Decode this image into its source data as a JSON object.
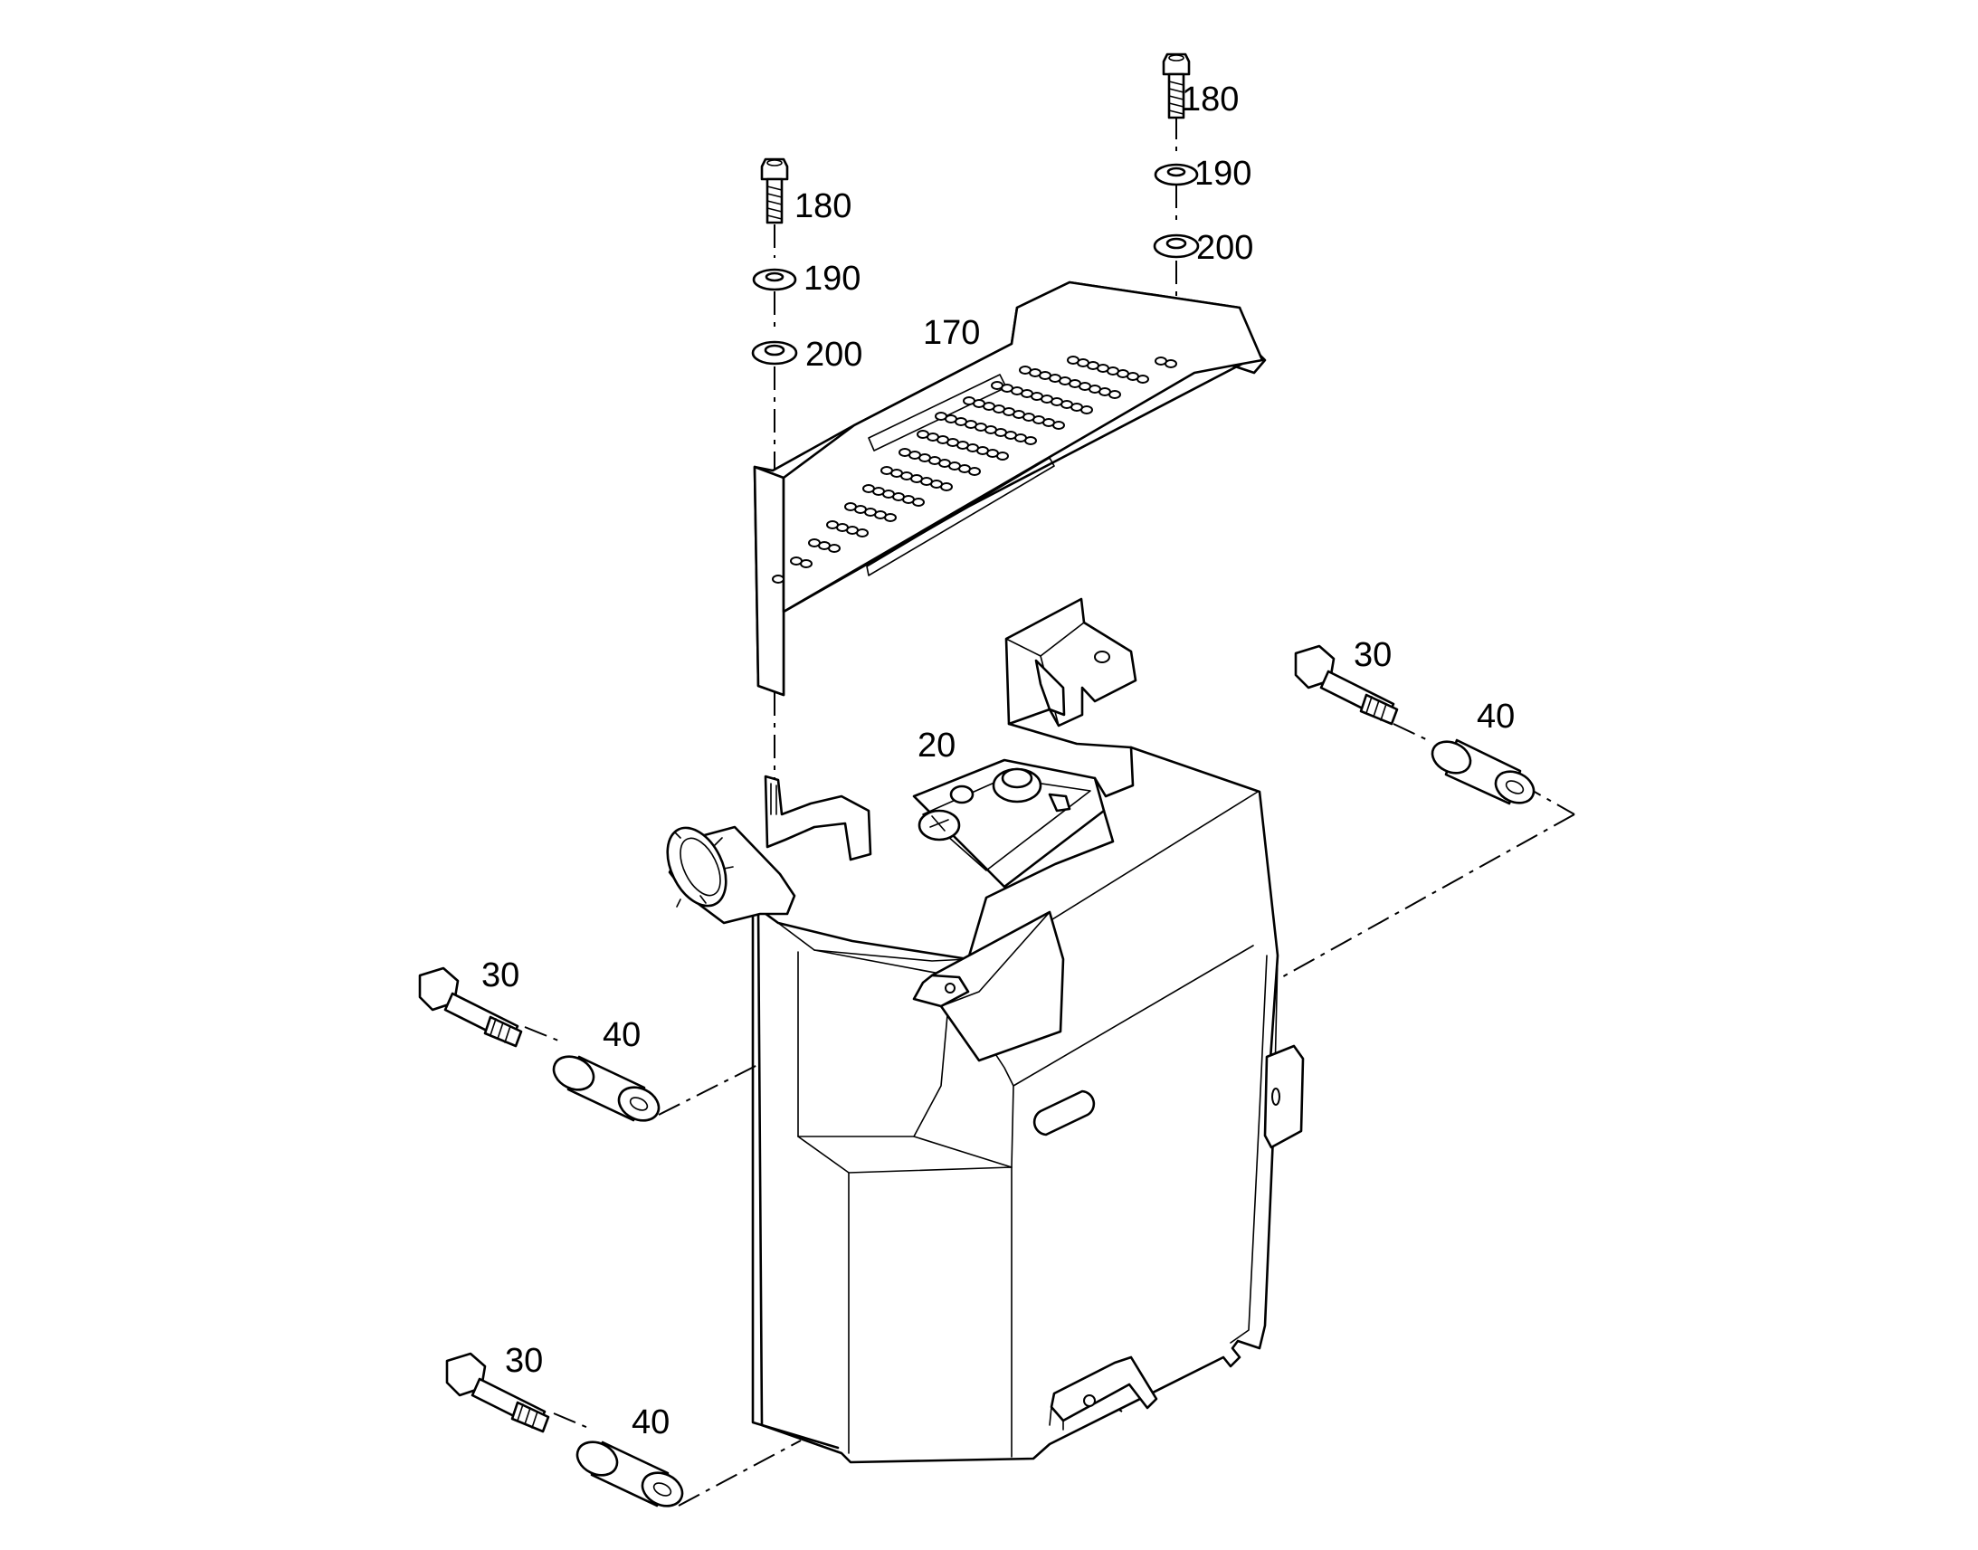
{
  "callouts": {
    "c20": "20",
    "c30": "30",
    "c40": "40",
    "c170": "170",
    "c180": "180",
    "c190": "190",
    "c200": "200"
  },
  "colors": {
    "line": "#000000",
    "background": "#ffffff"
  }
}
